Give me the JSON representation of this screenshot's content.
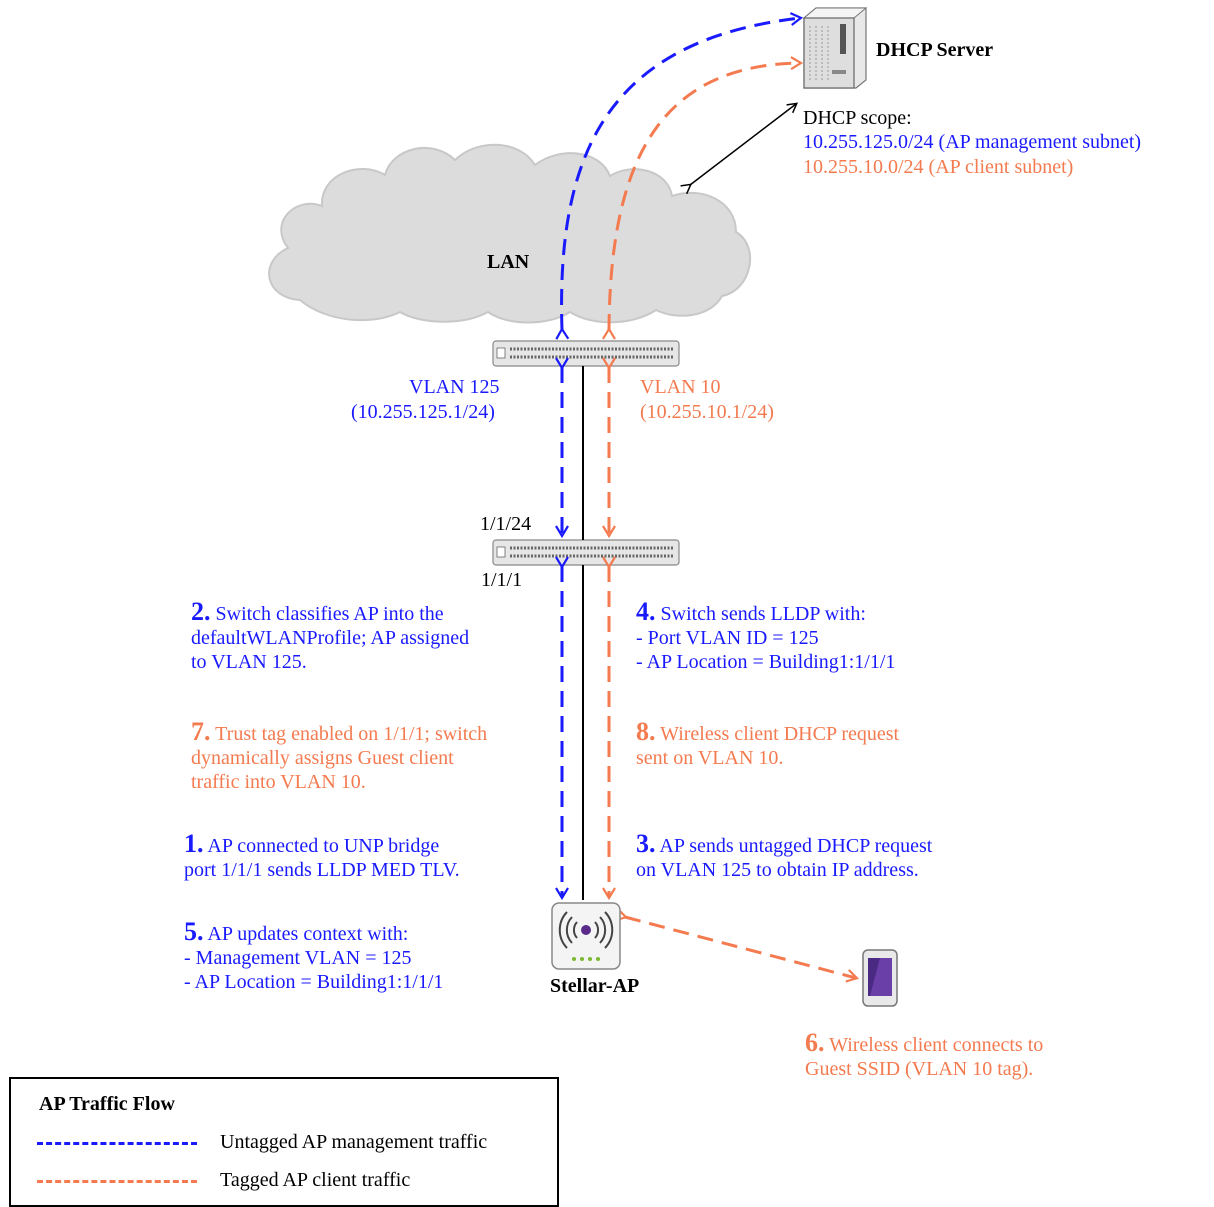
{
  "colors": {
    "management": "#1a1aff",
    "client": "#f47a4f",
    "link": "#000000"
  },
  "dhcp_server": {
    "label": "DHCP Server",
    "icon": "server-icon"
  },
  "dhcp_scope": {
    "title": "DHCP scope:",
    "mgmt_subnet": "10.255.125.0/24 (AP management subnet)",
    "client_subnet": "10.255.10.0/24 (AP client subnet)"
  },
  "lan": {
    "label": "LAN",
    "icon": "cloud-icon"
  },
  "core_switch": {
    "icon": "switch-icon",
    "vlan125": "VLAN 125",
    "vlan125_ip": "(10.255.125.1/24)",
    "vlan10": "VLAN 10",
    "vlan10_ip": "(10.255.10.1/24)"
  },
  "access_switch": {
    "icon": "switch-icon",
    "port_up": "1/1/24",
    "port_down": "1/1/1"
  },
  "steps": {
    "s2": {
      "num": "2.",
      "lines": [
        "Switch classifies AP into the",
        "defaultWLANProfile; AP assigned",
        "to VLAN 125."
      ]
    },
    "s4": {
      "num": "4.",
      "lines": [
        "Switch sends LLDP with:",
        "- Port VLAN ID = 125",
        "- AP Location = Building1:1/1/1"
      ]
    },
    "s7": {
      "num": "7.",
      "lines": [
        " Trust tag enabled on 1/1/1; switch",
        "dynamically assigns Guest client",
        "traffic into VLAN 10."
      ]
    },
    "s8": {
      "num": "8.",
      "lines": [
        "Wireless client DHCP request",
        "sent on VLAN 10."
      ]
    },
    "s1": {
      "num": "1.",
      "lines": [
        "AP connected to UNP bridge",
        "port 1/1/1 sends LLDP MED TLV."
      ]
    },
    "s3": {
      "num": "3.",
      "lines": [
        "AP sends untagged DHCP request",
        "on VLAN 125 to obtain IP address."
      ]
    },
    "s5": {
      "num": "5.",
      "lines": [
        "AP updates context with:",
        "- Management VLAN = 125",
        "- AP Location = Building1:1/1/1"
      ]
    },
    "s6": {
      "num": "6.",
      "lines": [
        "Wireless client connects to",
        "Guest SSID (VLAN 10 tag)."
      ]
    }
  },
  "ap": {
    "label": "Stellar-AP",
    "icon": "access-point-icon"
  },
  "client": {
    "icon": "phone-icon"
  },
  "legend": {
    "title": "AP Traffic Flow",
    "items": [
      {
        "label": "Untagged AP management traffic"
      },
      {
        "label": "Tagged AP client traffic"
      }
    ]
  }
}
